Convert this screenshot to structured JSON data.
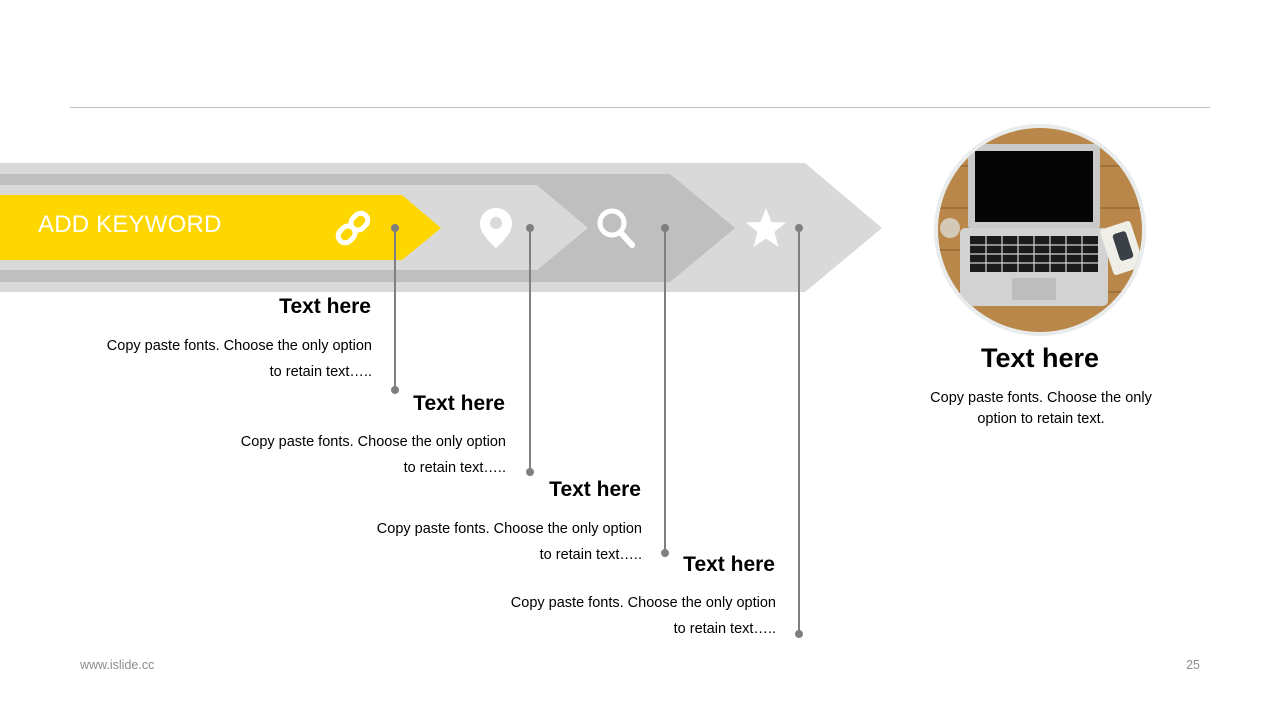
{
  "banner": {
    "keyword": "ADD KEYWORD",
    "stage_icons": [
      "link-icon",
      "location-pin-icon",
      "search-icon",
      "star-icon"
    ],
    "colors": {
      "accent": "#FFD700",
      "light_gray": "#D9D9D9",
      "mid_gray": "#BFBFBF",
      "connector": "#7F7F7F"
    }
  },
  "steps": [
    {
      "title": "Text here",
      "body_line1": "Copy paste fonts. Choose the only option",
      "body_line2": "to retain text….."
    },
    {
      "title": "Text here",
      "body_line1": "Copy paste fonts. Choose the only option",
      "body_line2": "to retain text….."
    },
    {
      "title": "Text here",
      "body_line1": "Copy paste fonts. Choose the only option",
      "body_line2": "to retain text….."
    },
    {
      "title": "Text here",
      "body_line1": "Copy paste fonts. Choose the only option",
      "body_line2": "to retain text….."
    }
  ],
  "side_panel": {
    "title": "Text here",
    "body_line1": "Copy paste fonts. Choose the only",
    "body_line2": "option to retain text."
  },
  "footer": {
    "url": "www.islide.cc",
    "page_number": "25"
  }
}
